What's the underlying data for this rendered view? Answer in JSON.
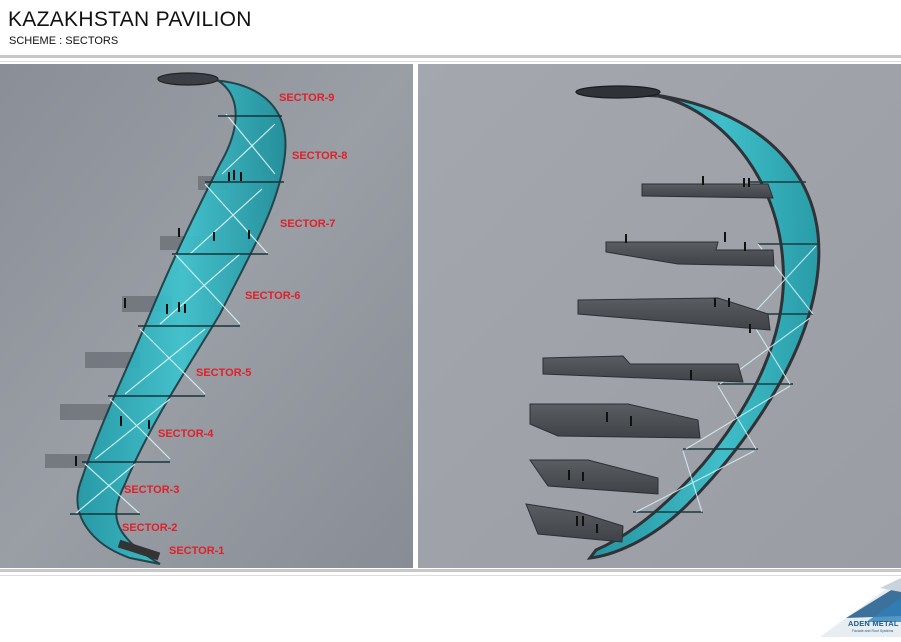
{
  "header": {
    "title": "KAZAKHSTAN PAVILION",
    "subtitle": "SCHEME : SECTORS"
  },
  "sectors": [
    "SECTOR-9",
    "SECTOR-8",
    "SECTOR-7",
    "SECTOR-6",
    "SECTOR-5",
    "SECTOR-4",
    "SECTOR-3",
    "SECTOR-2",
    "SECTOR-1"
  ],
  "logo": {
    "name": "ADEN METAL",
    "tagline": "Facade and Roof Systems"
  },
  "colors": {
    "sector_label": "#e0202a",
    "glass": "#2fb6c2",
    "background_panel": "#8f939b",
    "logo_blue": "#1c5a8c"
  }
}
